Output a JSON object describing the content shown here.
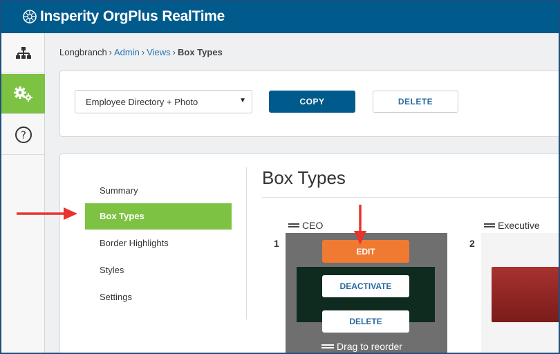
{
  "app": {
    "brand_primary": "Insperity",
    "brand_secondary": "OrgPlus",
    "brand_tertiary": "RealTime",
    "brand_color": "#005a8c",
    "accent_color": "#7dc243"
  },
  "left_nav": {
    "items": [
      {
        "icon": "org-chart-icon",
        "active": false
      },
      {
        "icon": "gears-icon",
        "active": true
      },
      {
        "icon": "help-icon",
        "label": "?",
        "active": false
      }
    ]
  },
  "breadcrumb": {
    "root": "Longbranch",
    "sep": "›",
    "admin": "Admin",
    "views": "Views",
    "current": "Box Types"
  },
  "toolbar": {
    "view_select_value": "Employee Directory + Photo",
    "copy_label": "COPY",
    "delete_label": "DELETE"
  },
  "side_menu": {
    "items": [
      "Summary",
      "Box Types",
      "Border Highlights",
      "Styles",
      "Settings"
    ],
    "active_index": 1
  },
  "main": {
    "title": "Box Types",
    "box_types": [
      {
        "number": "1",
        "name": "CEO",
        "edit_label": "EDIT",
        "deactivate_label": "DEACTIVATE",
        "delete_label": "DELETE",
        "drag_label": "Drag to reorder"
      },
      {
        "number": "2",
        "name": "Executive"
      }
    ]
  },
  "annotations": {
    "arrow_color": "#e8342e"
  }
}
